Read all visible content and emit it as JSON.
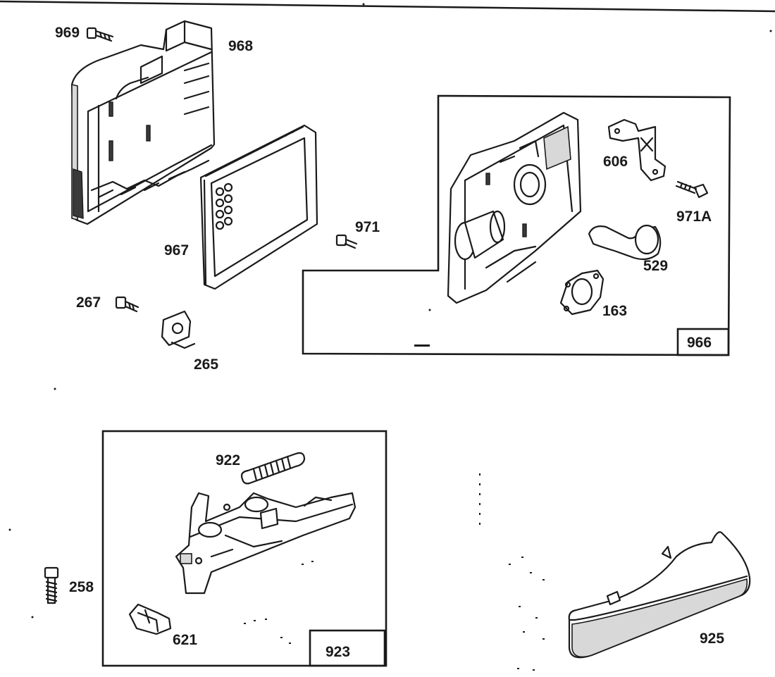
{
  "labels": {
    "p969": "969",
    "p968": "968",
    "p967": "967",
    "p267": "267",
    "p265": "265",
    "p971": "971",
    "p606": "606",
    "p971a": "971A",
    "p529": "529",
    "p163": "163",
    "p966": "966",
    "p922": "922",
    "p258": "258",
    "p621": "621",
    "p923": "923",
    "p925": "925"
  },
  "colors": {
    "ink": "#1a1a1a",
    "paper": "#ffffff",
    "shade": "#d8d8d8"
  }
}
